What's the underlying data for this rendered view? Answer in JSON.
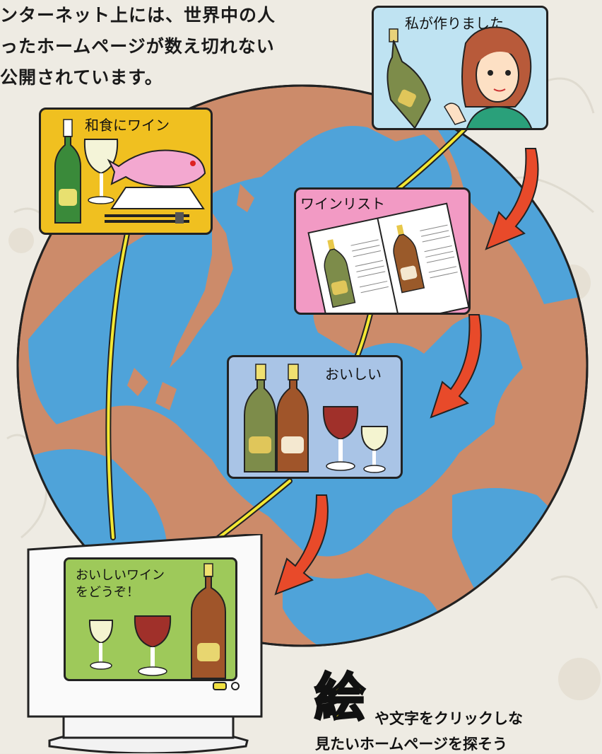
{
  "intro": {
    "lines": [
      "ンターネット上には、世界中の人",
      "ったホームページが数え切れない",
      "公開されています。"
    ]
  },
  "cards": {
    "author": {
      "label": "私が作りました"
    },
    "washoku": {
      "label": "和食にワイン"
    },
    "winelist": {
      "label": "ワインリスト"
    },
    "oishii": {
      "label": "おいしい"
    },
    "monitor": {
      "label_line1": "おいしいワイン",
      "label_line2": "をどうぞ！"
    }
  },
  "footer": {
    "big_char": "絵",
    "line1": "や文字をクリックしな",
    "line2": "見たいホームページを探そう"
  },
  "colors": {
    "ocean": "#4fa3d9",
    "land": "#cc8b6a",
    "link_line": "#f4e833",
    "arrow": "#e84a2a",
    "card_author": "#bfe3f2",
    "card_washoku": "#f0c020",
    "card_winelist": "#f29ac4",
    "card_oishii": "#a9c4e6",
    "screen": "#9ec95a"
  },
  "icons": [
    "wine-bottle-icon",
    "wine-glass-icon",
    "fish-icon",
    "chopsticks-icon",
    "woman-avatar",
    "arrow-icon",
    "monitor-icon"
  ]
}
